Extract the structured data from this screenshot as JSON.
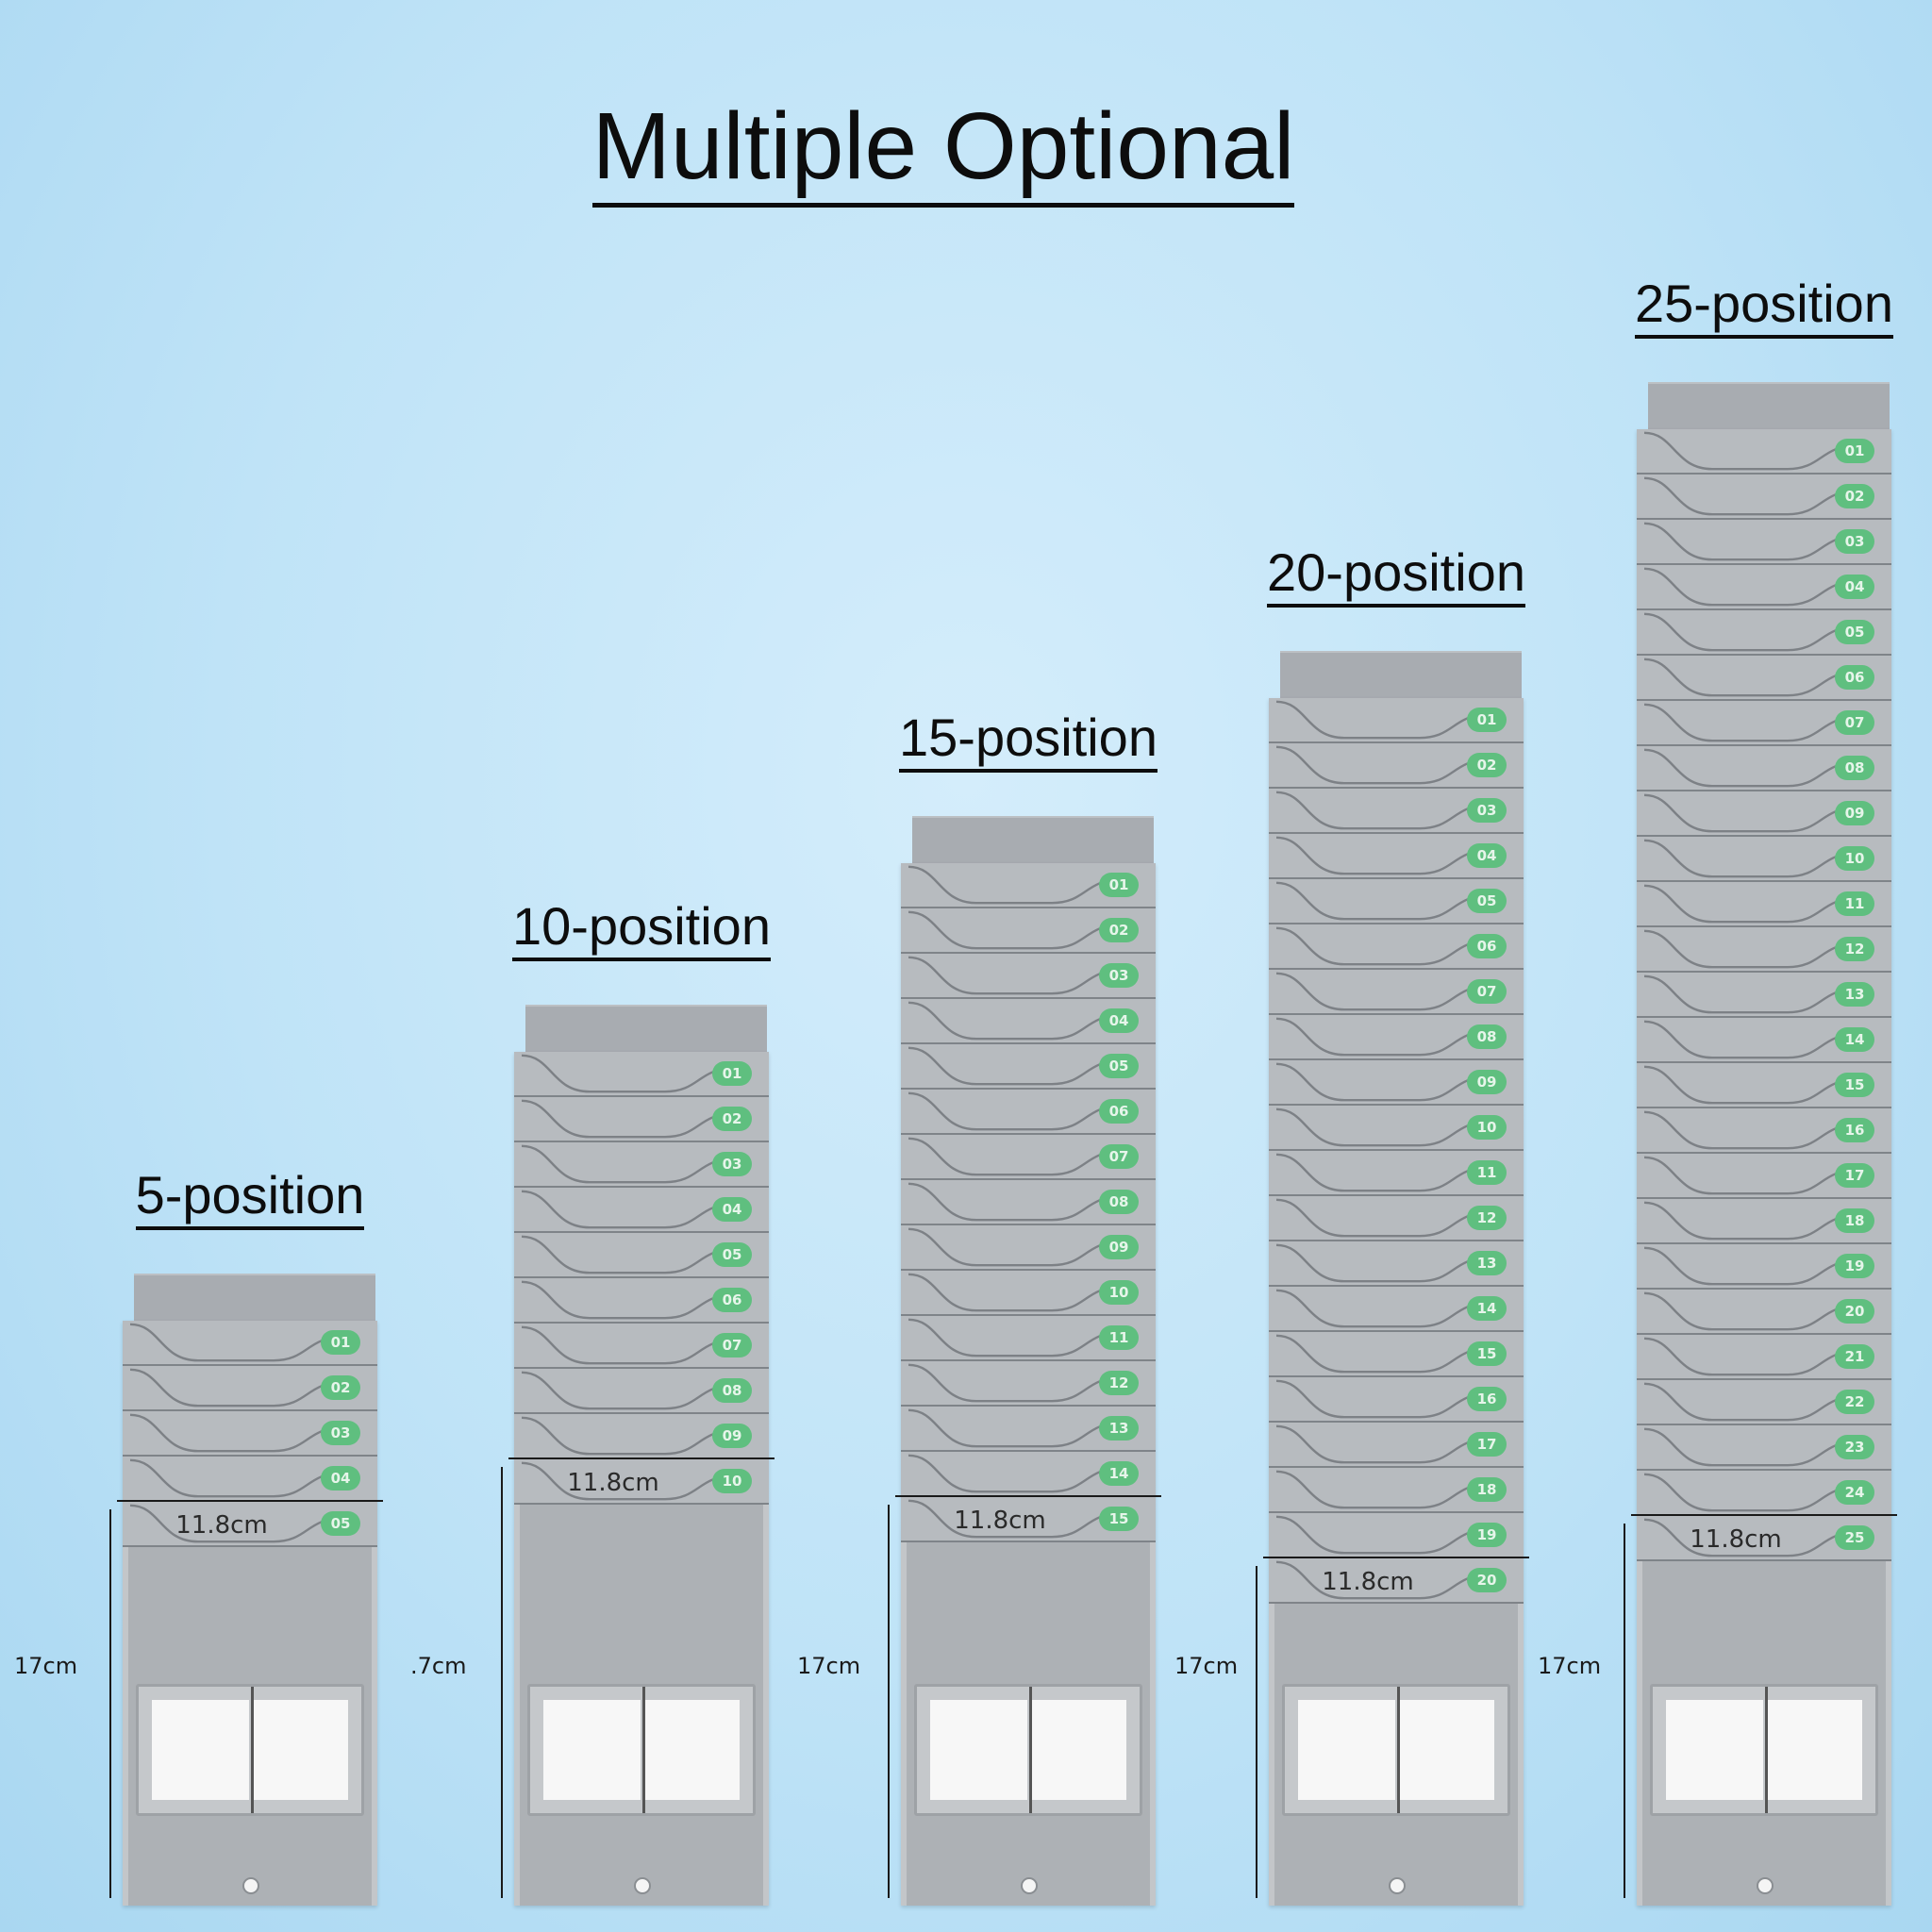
{
  "title": "Multiple Optional",
  "width_label": "11.8cm",
  "racks": [
    {
      "label": "5-position",
      "height_label": "17cm",
      "tags": [
        "01",
        "02",
        "03",
        "04",
        "05"
      ],
      "accent": "#5fbf7f"
    },
    {
      "label": "10-position",
      "height_label": ".7cm",
      "tags": [
        "01",
        "02",
        "03",
        "04",
        "05",
        "06",
        "07",
        "08",
        "09",
        "10"
      ],
      "accent": "#5fbf7f"
    },
    {
      "label": "15-position",
      "height_label": "17cm",
      "tags": [
        "01",
        "02",
        "03",
        "04",
        "05",
        "06",
        "07",
        "08",
        "09",
        "10",
        "11",
        "12",
        "13",
        "14",
        "15"
      ],
      "accent": "#5fbf7f"
    },
    {
      "label": "20-position",
      "height_label": "17cm",
      "tags": [
        "01",
        "02",
        "03",
        "04",
        "05",
        "06",
        "07",
        "08",
        "09",
        "10",
        "11",
        "12",
        "13",
        "14",
        "15",
        "16",
        "17",
        "18",
        "19",
        "20"
      ],
      "accent": "#5fbf7f"
    },
    {
      "label": "25-position",
      "height_label": "17cm",
      "tags": [
        "01",
        "02",
        "03",
        "04",
        "05",
        "06",
        "07",
        "08",
        "09",
        "10",
        "11",
        "12",
        "13",
        "14",
        "15",
        "16",
        "17",
        "18",
        "19",
        "20",
        "21",
        "22",
        "23",
        "24",
        "25"
      ],
      "accent": "#5fbf7f"
    }
  ]
}
